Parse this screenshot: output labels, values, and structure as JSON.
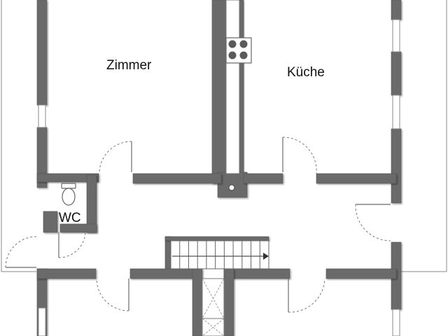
{
  "plan": {
    "rooms": [
      {
        "id": "zimmer",
        "label": "Zimmer"
      },
      {
        "id": "kueche",
        "label": "Küche"
      },
      {
        "id": "wc",
        "label": "WC"
      }
    ]
  }
}
